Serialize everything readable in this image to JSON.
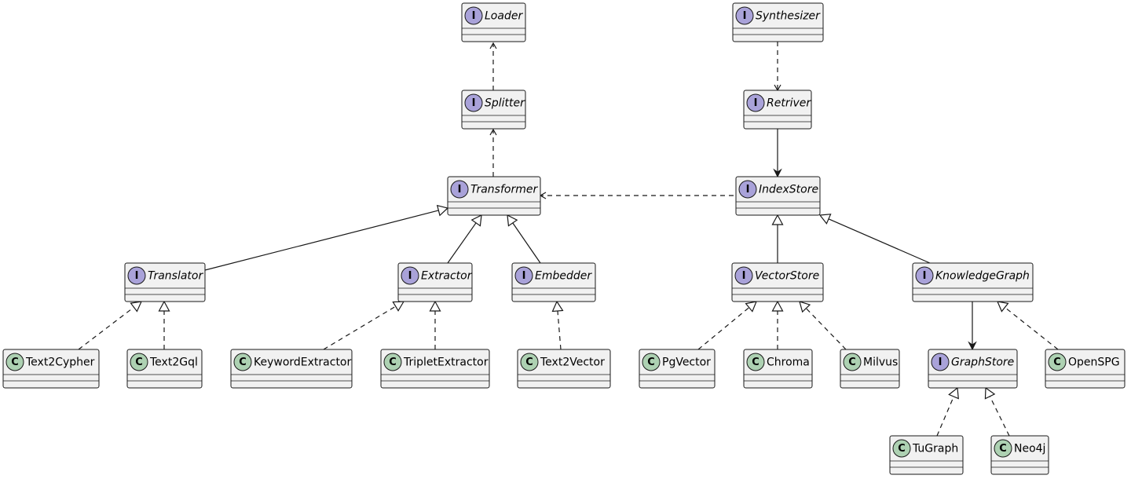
{
  "nodes": [
    {
      "id": "loader",
      "kind": "interface",
      "name": "Loader"
    },
    {
      "id": "synthesizer",
      "kind": "interface",
      "name": "Synthesizer"
    },
    {
      "id": "splitter",
      "kind": "interface",
      "name": "Splitter"
    },
    {
      "id": "retriver",
      "kind": "interface",
      "name": "Retriver"
    },
    {
      "id": "transformer",
      "kind": "interface",
      "name": "Transformer"
    },
    {
      "id": "indexstore",
      "kind": "interface",
      "name": "IndexStore"
    },
    {
      "id": "translator",
      "kind": "interface",
      "name": "Translator"
    },
    {
      "id": "extractor",
      "kind": "interface",
      "name": "Extractor"
    },
    {
      "id": "embedder",
      "kind": "interface",
      "name": "Embedder"
    },
    {
      "id": "vectorstore",
      "kind": "interface",
      "name": "VectorStore"
    },
    {
      "id": "knowledgegraph",
      "kind": "interface",
      "name": "KnowledgeGraph"
    },
    {
      "id": "text2cypher",
      "kind": "class",
      "name": "Text2Cypher"
    },
    {
      "id": "text2gql",
      "kind": "class",
      "name": "Text2Gql"
    },
    {
      "id": "keywordextractor",
      "kind": "class",
      "name": "KeywordExtractor"
    },
    {
      "id": "tripletextractor",
      "kind": "class",
      "name": "TripletExtractor"
    },
    {
      "id": "text2vector",
      "kind": "class",
      "name": "Text2Vector"
    },
    {
      "id": "pgvector",
      "kind": "class",
      "name": "PgVector"
    },
    {
      "id": "chroma",
      "kind": "class",
      "name": "Chroma"
    },
    {
      "id": "milvus",
      "kind": "class",
      "name": "Milvus"
    },
    {
      "id": "graphstore",
      "kind": "interface",
      "name": "GraphStore"
    },
    {
      "id": "openspg",
      "kind": "class",
      "name": "OpenSPG"
    },
    {
      "id": "tugraph",
      "kind": "class",
      "name": "TuGraph"
    },
    {
      "id": "neo4j",
      "kind": "class",
      "name": "Neo4j"
    }
  ],
  "edges": [
    {
      "from": "splitter",
      "to": "loader",
      "type": "dependency"
    },
    {
      "from": "transformer",
      "to": "splitter",
      "type": "dependency"
    },
    {
      "from": "synthesizer",
      "to": "retriver",
      "type": "dependency"
    },
    {
      "from": "retriver",
      "to": "indexstore",
      "type": "association"
    },
    {
      "from": "indexstore",
      "to": "transformer",
      "type": "dependency"
    },
    {
      "from": "translator",
      "to": "transformer",
      "type": "extends"
    },
    {
      "from": "extractor",
      "to": "transformer",
      "type": "extends"
    },
    {
      "from": "embedder",
      "to": "transformer",
      "type": "extends"
    },
    {
      "from": "vectorstore",
      "to": "indexstore",
      "type": "extends"
    },
    {
      "from": "knowledgegraph",
      "to": "indexstore",
      "type": "extends"
    },
    {
      "from": "text2cypher",
      "to": "translator",
      "type": "implements"
    },
    {
      "from": "text2gql",
      "to": "translator",
      "type": "implements"
    },
    {
      "from": "keywordextractor",
      "to": "extractor",
      "type": "implements"
    },
    {
      "from": "tripletextractor",
      "to": "extractor",
      "type": "implements"
    },
    {
      "from": "text2vector",
      "to": "embedder",
      "type": "implements"
    },
    {
      "from": "pgvector",
      "to": "vectorstore",
      "type": "implements"
    },
    {
      "from": "chroma",
      "to": "vectorstore",
      "type": "implements"
    },
    {
      "from": "milvus",
      "to": "vectorstore",
      "type": "implements"
    },
    {
      "from": "knowledgegraph",
      "to": "graphstore",
      "type": "association"
    },
    {
      "from": "openspg",
      "to": "knowledgegraph",
      "type": "implements"
    },
    {
      "from": "tugraph",
      "to": "graphstore",
      "type": "implements"
    },
    {
      "from": "neo4j",
      "to": "graphstore",
      "type": "implements"
    }
  ],
  "colors": {
    "box_fill": "#f1f1f1",
    "stroke": "#181818",
    "interface_badge": "#a9a2d9",
    "class_badge": "#add1b2"
  }
}
